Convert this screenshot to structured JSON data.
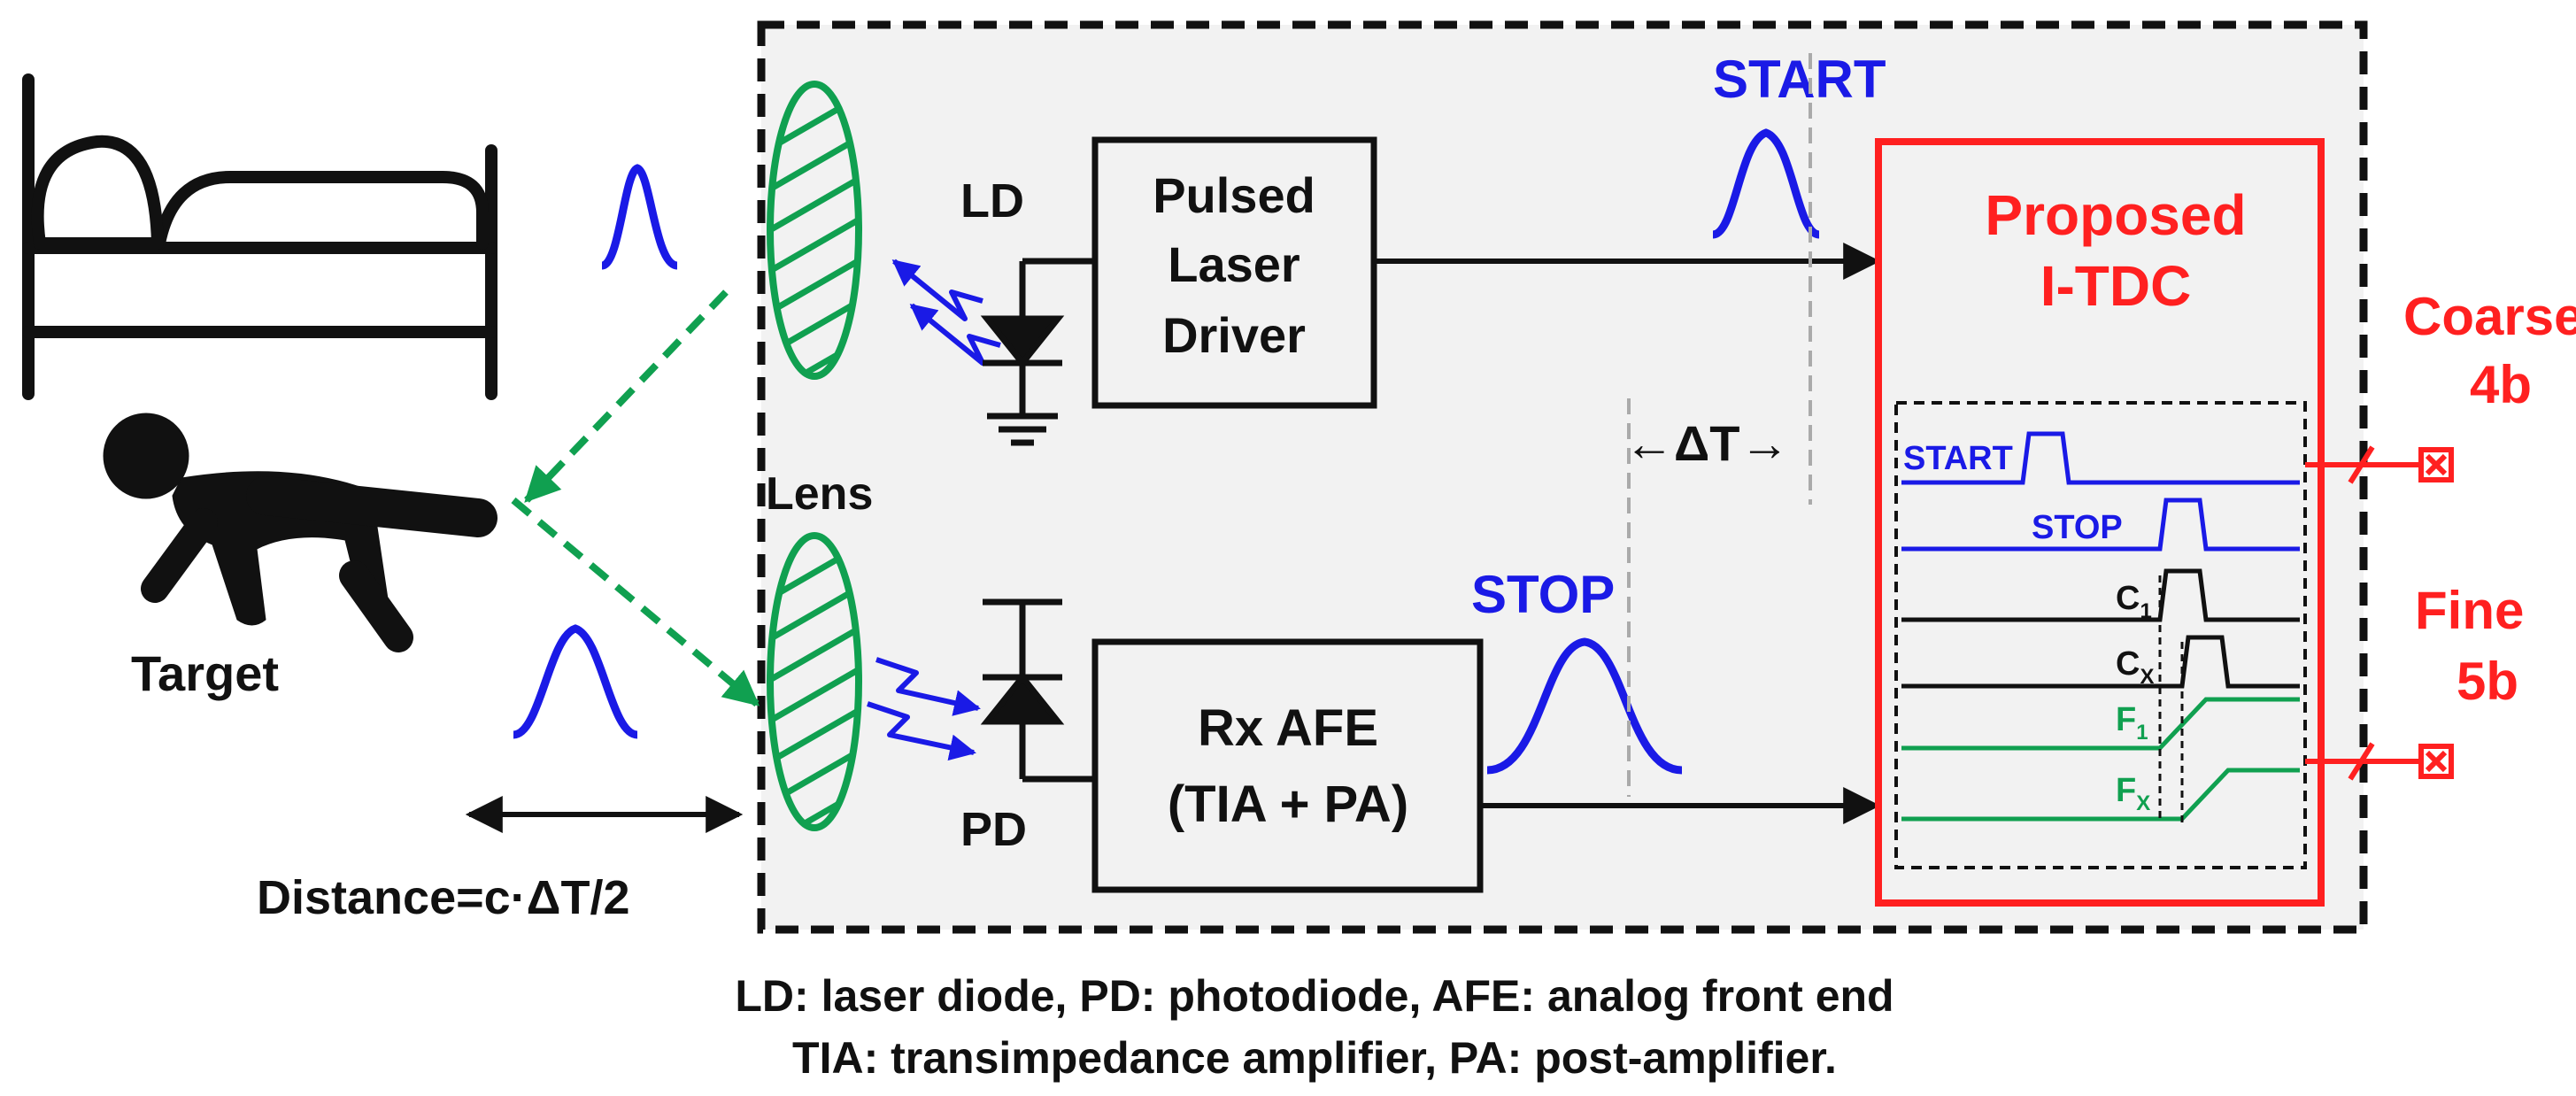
{
  "labels": {
    "start_top": "START",
    "stop_mid": "STOP",
    "ld": "LD",
    "pd": "PD",
    "lens": "Lens",
    "target": "Target",
    "distance": "Distance=c·ΔT/2",
    "delta_t": "←ΔT→",
    "laser_driver_line1": "Pulsed",
    "laser_driver_line2": "Laser",
    "laser_driver_line3": "Driver",
    "rx_afe_line1": "Rx AFE",
    "rx_afe_line2": "(TIA + PA)",
    "tdc_line1": "Proposed",
    "tdc_line2": "I-TDC",
    "coarse_line1": "Coarse",
    "coarse_line2": "4b",
    "fine_line1": "Fine",
    "fine_line2": "5b",
    "wave_start": "START",
    "wave_stop": "STOP",
    "wave_c1": "C",
    "wave_c1_sub": "1",
    "wave_cx": "C",
    "wave_cx_sub": "X",
    "wave_f1": "F",
    "wave_f1_sub": "1",
    "wave_fx": "F",
    "wave_fx_sub": "X"
  },
  "caption": {
    "line1": "LD: laser diode, PD: photodiode, AFE: analog front end",
    "line2": "TIA: transimpedance amplifier, PA: post-amplifier."
  },
  "colors": {
    "black": "#111111",
    "blue": "#1a1ae6",
    "red": "#ff2020",
    "green": "#10a050",
    "panel": "#f2f2f2"
  }
}
